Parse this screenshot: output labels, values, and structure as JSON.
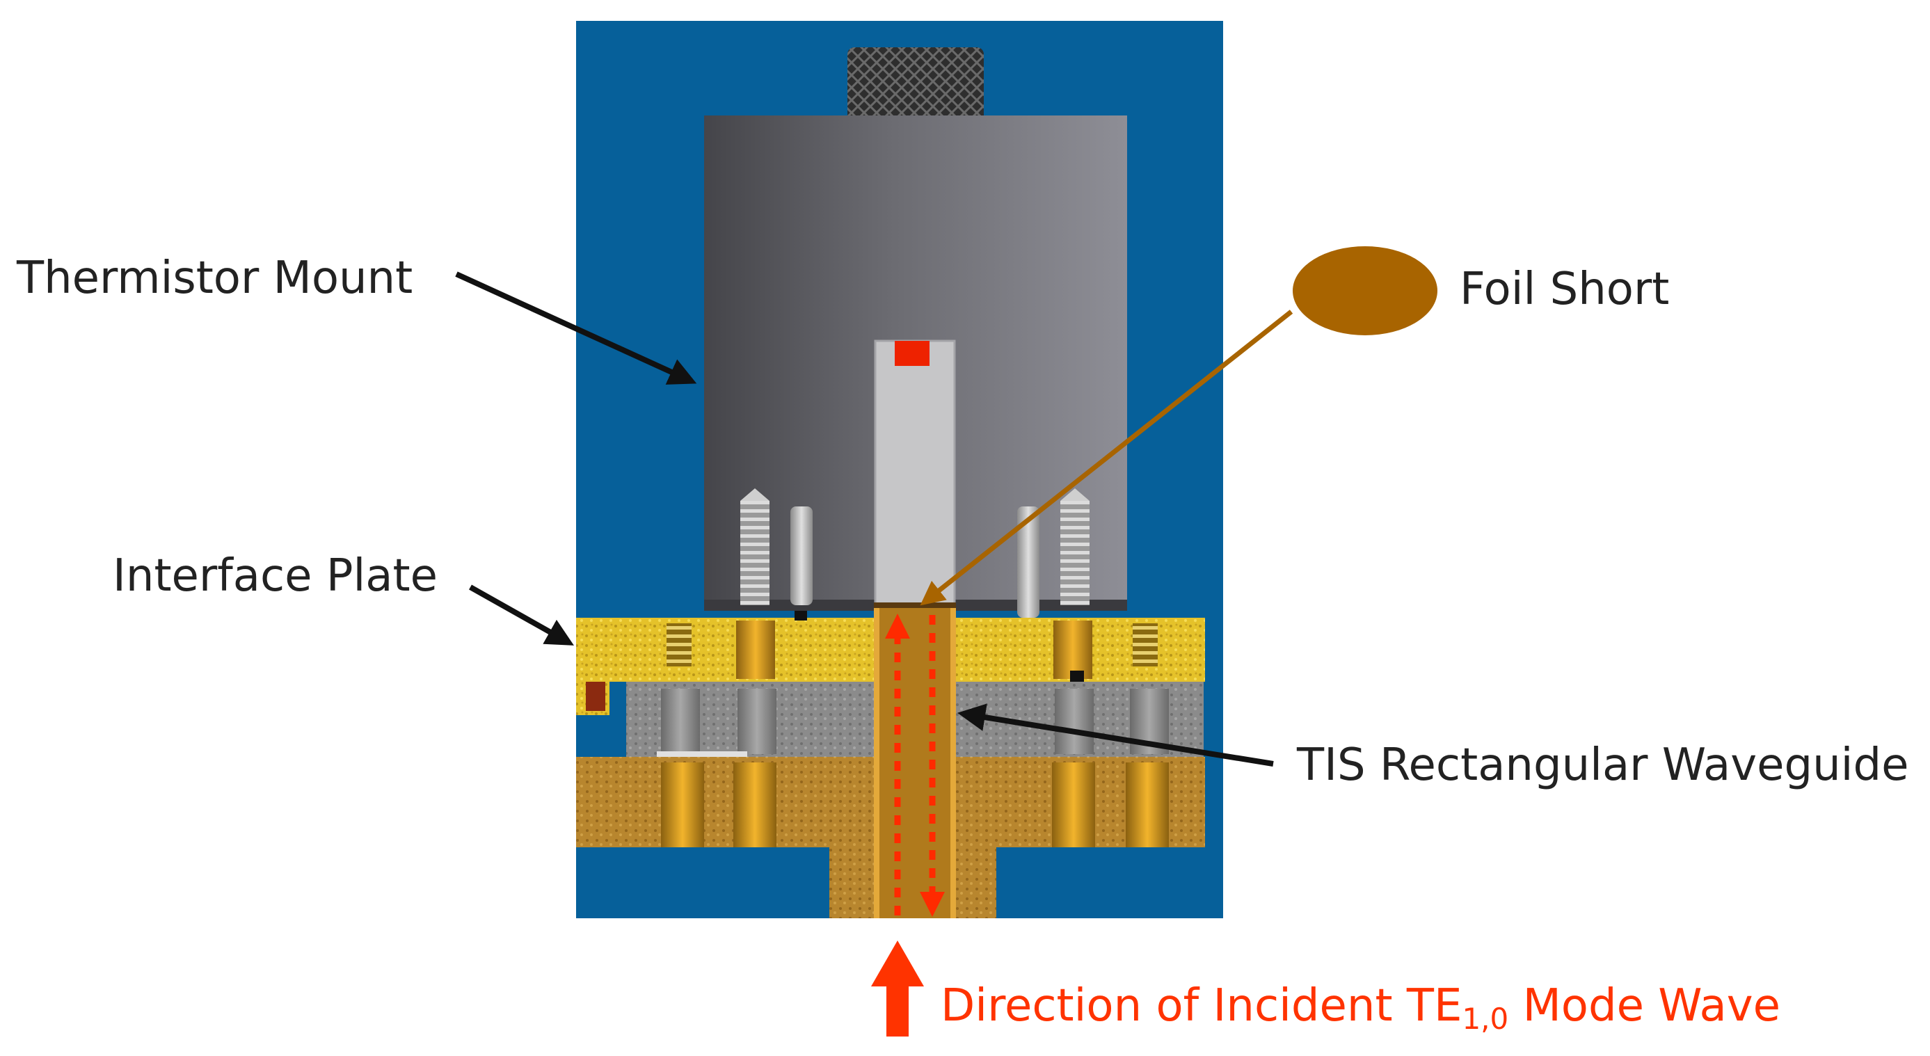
{
  "labels": {
    "thermistor_mount": "Thermistor Mount",
    "foil_short": "Foil Short",
    "interface_plate": "Interface Plate",
    "waveguide": "TIS Rectangular Waveguide",
    "direction_prefix": "Direction of Incident TE",
    "direction_sub": "1,0",
    "direction_suffix": " Mode Wave"
  },
  "colors": {
    "housing_blue": "#06609a",
    "mount_dark": "#47474b",
    "mount_light": "#8c8c94",
    "knob": "#3a3a3a",
    "interface_gold": "#e4c228",
    "gray_block": "#8a8a8a",
    "brass_base": "#b8872e",
    "foil_brown": "#a86400",
    "wave_red": "#ff2a00",
    "label_text": "#222222",
    "arrow_black": "#111111"
  }
}
